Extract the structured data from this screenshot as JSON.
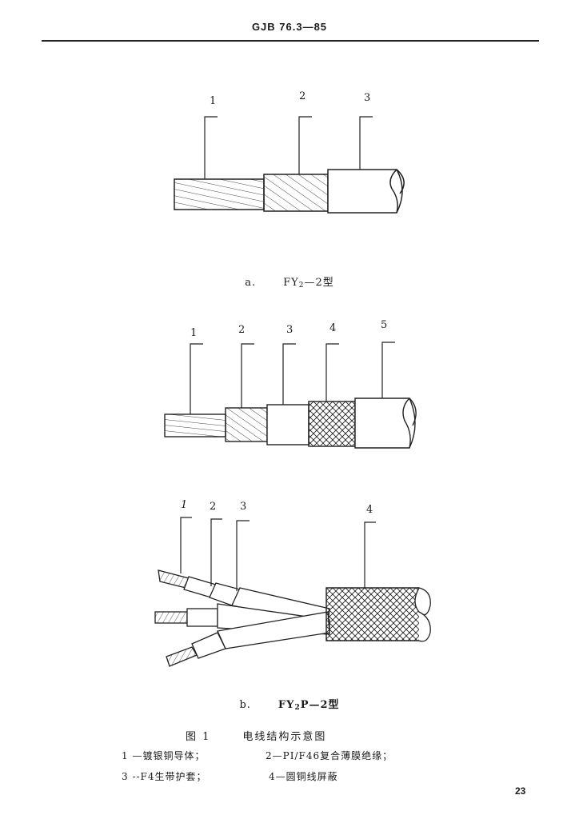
{
  "header": {
    "code": "GJB  76.3—85"
  },
  "figure_a": {
    "labels": [
      "1",
      "2",
      "3"
    ],
    "caption_prefix": "a.",
    "caption_model": "FY",
    "caption_sub": "2",
    "caption_suffix": "—2型"
  },
  "figure_b1": {
    "labels": [
      "1",
      "2",
      "3",
      "4",
      "5"
    ]
  },
  "figure_b2": {
    "labels": [
      "1",
      "2",
      "3",
      "4"
    ],
    "caption_prefix": "b.",
    "caption_model": "FY",
    "caption_sub": "2",
    "caption_suffix": "P—2型"
  },
  "figure_title": {
    "number": "图 1",
    "text": "电线结构示意图"
  },
  "legend": {
    "item1": "1 —镀银铜导体；",
    "item2": "2—PI/F46复合薄膜绝缘；",
    "item3": "3 --F4生带护套；",
    "item4": "4—圆铜线屏蔽"
  },
  "page_number": "23"
}
